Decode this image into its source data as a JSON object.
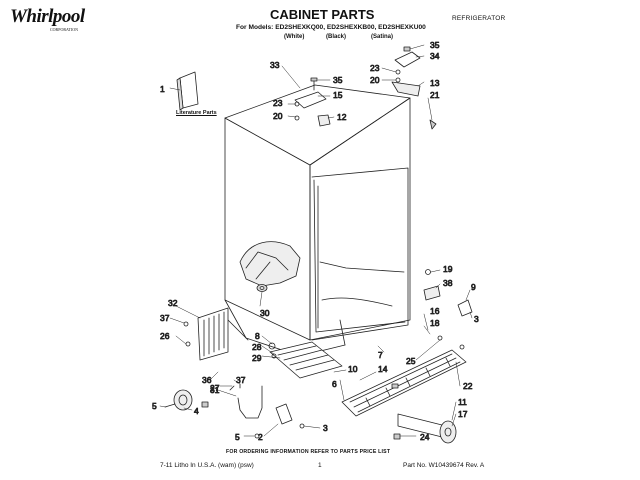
{
  "header": {
    "brand": "Whirlpool",
    "brand_sub": "CORPORATION",
    "title": "CABINET PARTS",
    "category": "REFRIGERATOR",
    "models_line": "For Models: ED2SHEXKQ00, ED2SHEXKB00, ED2SHEXKU00",
    "variants": [
      "(White)",
      "(Black)",
      "(Satina)"
    ]
  },
  "diagram": {
    "literature_label": "Literature Parts",
    "callouts": [
      "35",
      "34",
      "23",
      "20",
      "13",
      "21",
      "33",
      "35",
      "1",
      "15",
      "23",
      "12",
      "20",
      "19",
      "38",
      "9",
      "32",
      "37",
      "30",
      "16",
      "18",
      "3",
      "26",
      "8",
      "28",
      "29",
      "7",
      "25",
      "14",
      "10",
      "36",
      "27",
      "37",
      "31",
      "22",
      "6",
      "5",
      "4",
      "11",
      "17",
      "5",
      "2",
      "3",
      "24"
    ]
  },
  "footer": {
    "order_note": "FOR ORDERING INFORMATION REFER TO PARTS PRICE LIST",
    "left": "7-11 Litho In U.S.A. (wam) (psw)",
    "page": "1",
    "right": "Part No. W10439674 Rev. A"
  }
}
